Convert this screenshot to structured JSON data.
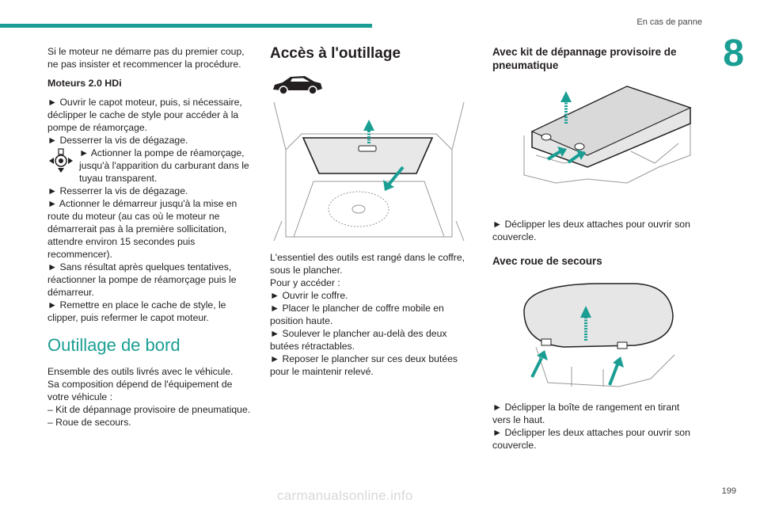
{
  "header": {
    "section_name": "En cas de panne",
    "chapter_number": "8"
  },
  "col1": {
    "intro": "Si le moteur ne démarre pas du premier coup, ne pas insister et recommencer la procédure.",
    "subheading": "Moteurs 2.0 HDi",
    "steps_a": [
      "► Ouvrir le capot moteur, puis, si nécessaire, déclipper le cache de style pour accéder à la pompe de réamorçage.",
      "► Desserrer la vis de dégazage."
    ],
    "icon_step": "► Actionner la pompe de réamorçage, jusqu'à l'apparition du carburant dans le tuyau transparent.",
    "steps_b": [
      "► Resserrer la vis de dégazage.",
      "► Actionner le démarreur jusqu'à la mise en route du moteur (au cas où le moteur ne démarrerait pas à la première sollicitation, attendre environ 15 secondes puis recommencer).",
      "► Sans résultat après quelques tentatives, réactionner la pompe de réamorçage puis le démarreur.",
      "► Remettre en place le cache de style, le clipper, puis refermer le capot moteur."
    ],
    "section_title": "Outillage de bord",
    "section_lines": [
      "Ensemble des outils livrés avec le véhicule.",
      "Sa composition dépend de l'équipement de votre véhicule :",
      "– Kit de dépannage provisoire de pneumatique.",
      "– Roue de secours."
    ]
  },
  "col2": {
    "title": "Accès à l'outillage",
    "lines": [
      "L'essentiel des outils est rangé dans le coffre, sous le plancher.",
      "Pour y accéder :",
      "► Ouvrir le coffre.",
      "► Placer le plancher de coffre mobile en position haute.",
      "► Soulever le plancher au-delà des deux butées rétractables.",
      "► Reposer le plancher sur ces deux butées pour le maintenir relevé."
    ]
  },
  "col3": {
    "heading1": "Avec kit de dépannage provisoire de pneumatique",
    "text1": "► Déclipper les deux attaches pour ouvrir son couvercle.",
    "heading2": "Avec roue de secours",
    "text2": [
      "► Déclipper la boîte de rangement en tirant vers le haut.",
      "► Déclipper les deux attaches pour ouvrir son couvercle."
    ]
  },
  "footer": {
    "page_number": "199",
    "watermark": "carmanualsonline.info"
  },
  "colors": {
    "accent": "#1a9e94",
    "text": "#231f20"
  }
}
